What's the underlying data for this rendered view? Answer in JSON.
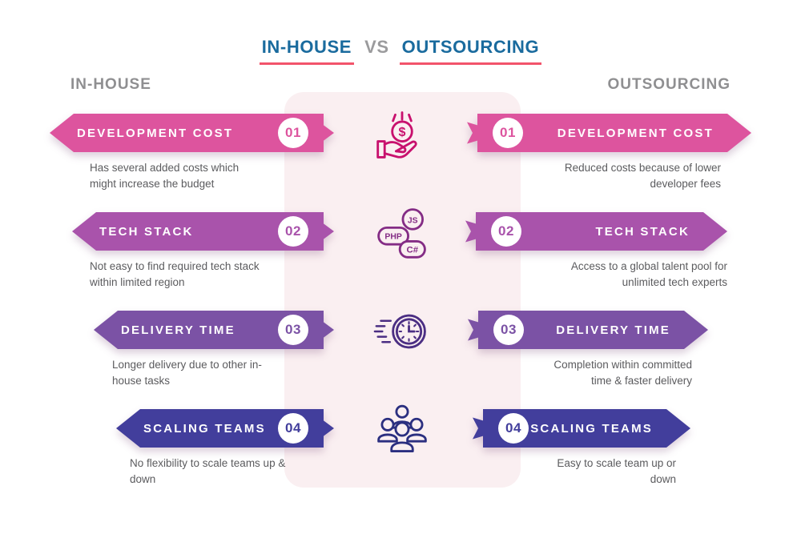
{
  "title": {
    "left": "IN-HOUSE",
    "vs": "VS",
    "right": "OUTSOURCING"
  },
  "columns": {
    "left": "IN-HOUSE",
    "right": "OUTSOURCING"
  },
  "rows": [
    {
      "number": "01",
      "label": "DEVELOPMENT COST",
      "color": "#dd549e",
      "icon": "money-hand-icon",
      "left": "Has several added costs which might increase the budget",
      "right": "Reduced costs because of lower developer fees"
    },
    {
      "number": "02",
      "label": "TECH STACK",
      "color": "#a953ab",
      "icon": "code-languages-icon",
      "left": "Not easy to find required tech stack within limited region",
      "right": "Access to a global talent pool for unlimited tech experts"
    },
    {
      "number": "03",
      "label": "DELIVERY TIME",
      "color": "#7b52a5",
      "icon": "fast-clock-icon",
      "left": "Longer delivery due to other in-house tasks",
      "right": "Completion within committed time & faster delivery"
    },
    {
      "number": "04",
      "label": "SCALING TEAMS",
      "color": "#423e9c",
      "icon": "team-icon",
      "left": "No flexibility to scale teams up & down",
      "right": "Easy to scale team up or down"
    }
  ],
  "icons": {
    "money_symbol": "$",
    "tech_labels": {
      "js": "JS",
      "php": "PHP",
      "csharp": "C#"
    }
  },
  "colors": {
    "title_blue": "#1a6b9e",
    "underline_red": "#f2546b",
    "vs_gray": "#9b9b9d",
    "header_gray": "#8f8f91",
    "description_gray": "#5b5b5e",
    "panel_pink": "#faeff1",
    "icon_money": "#c8116e",
    "icon_code": "#842c85",
    "icon_clock": "#4b2e83",
    "icon_team": "#2b2f80"
  }
}
